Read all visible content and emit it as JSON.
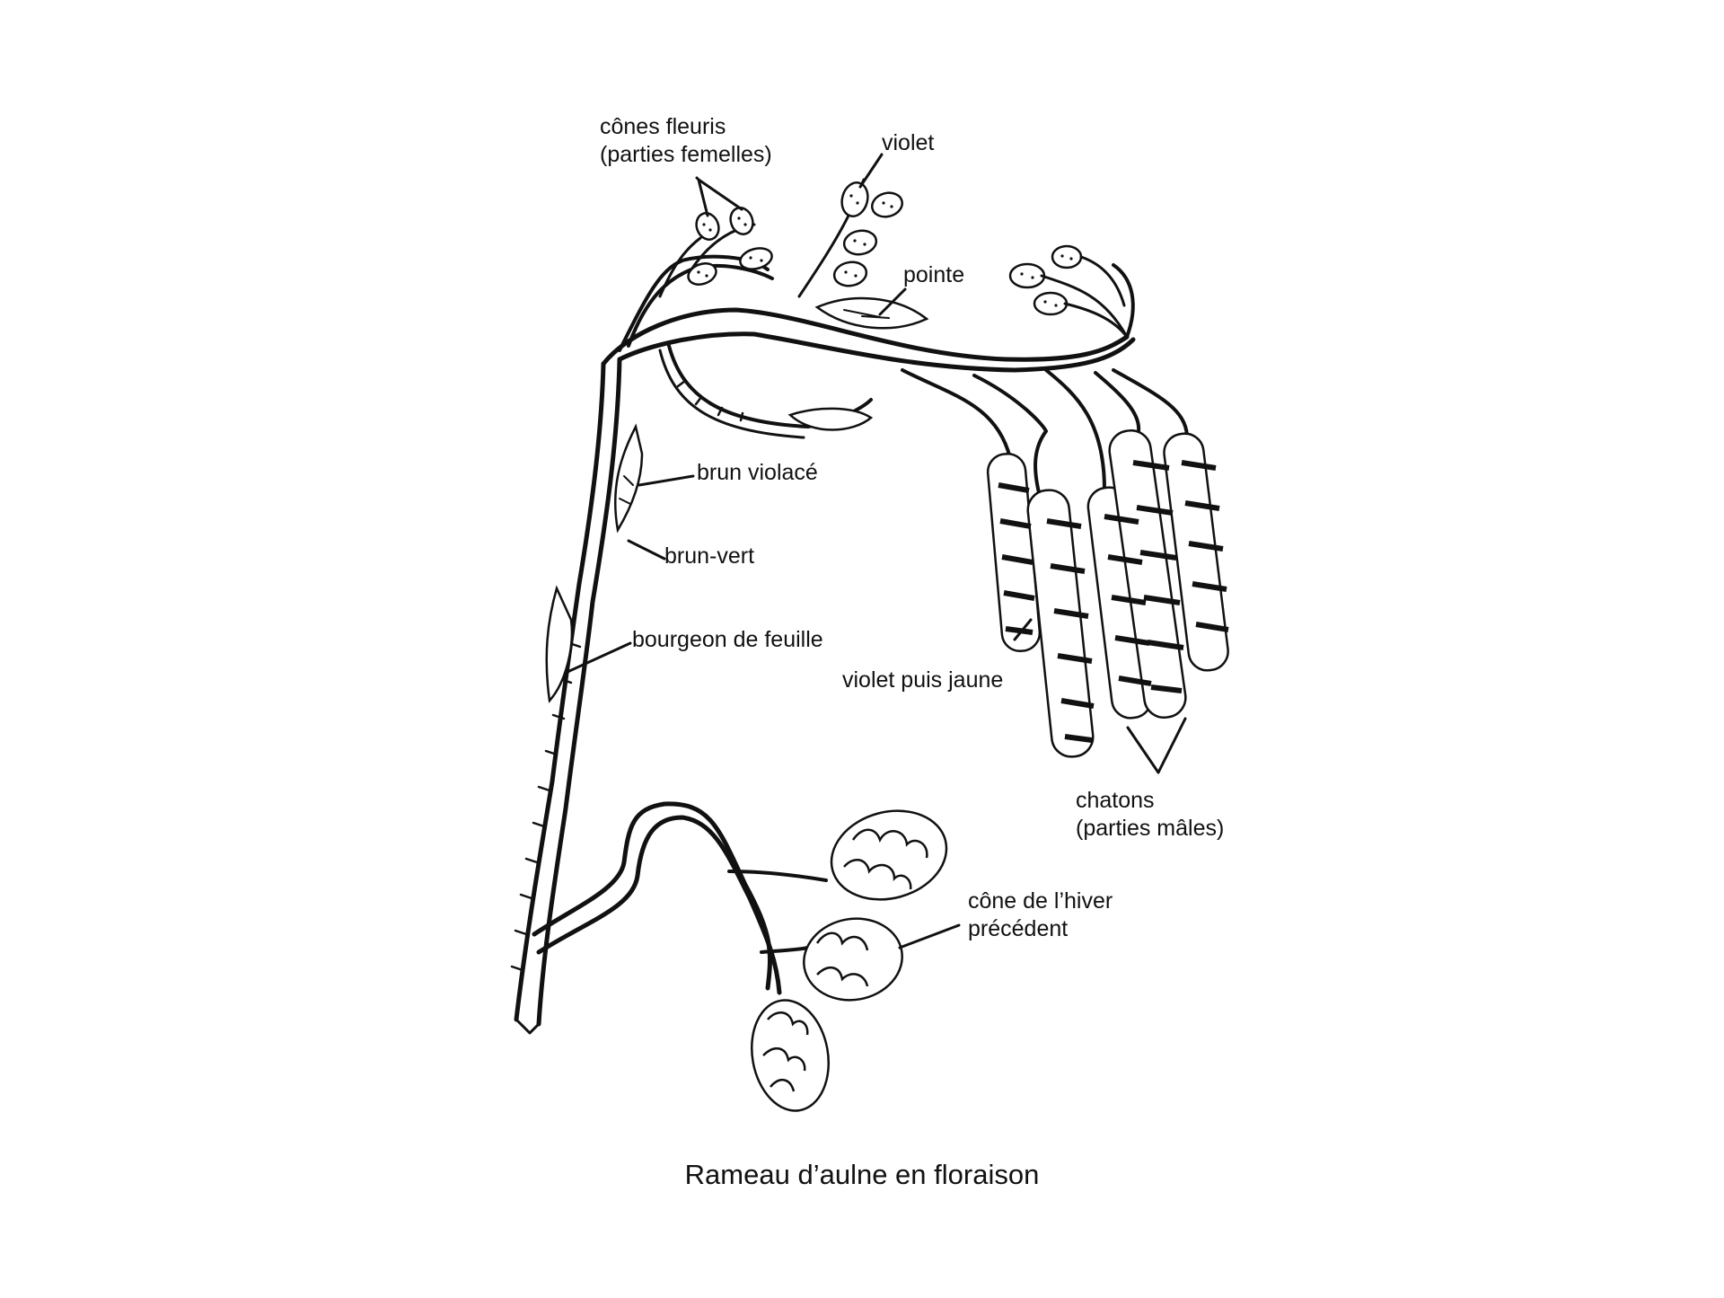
{
  "diagram": {
    "caption": "Rameau d’aulne en floraison",
    "labels": {
      "cones_fleuris_line1": "cônes fleuris",
      "cones_fleuris_line2": "(parties femelles)",
      "violet": "violet",
      "pointe": "pointe",
      "brun_violace": "brun violacé",
      "brun_vert": "brun-vert",
      "bourgeon": "bourgeon de feuille",
      "violet_puis_jaune": "violet puis jaune",
      "chatons_line1": "chatons",
      "chatons_line2": "(parties mâles)",
      "cone_hiver_line1": "cône de l’hiver",
      "cone_hiver_line2": "précédent"
    },
    "colors": {
      "ink": "#111111",
      "background": "#ffffff"
    }
  }
}
